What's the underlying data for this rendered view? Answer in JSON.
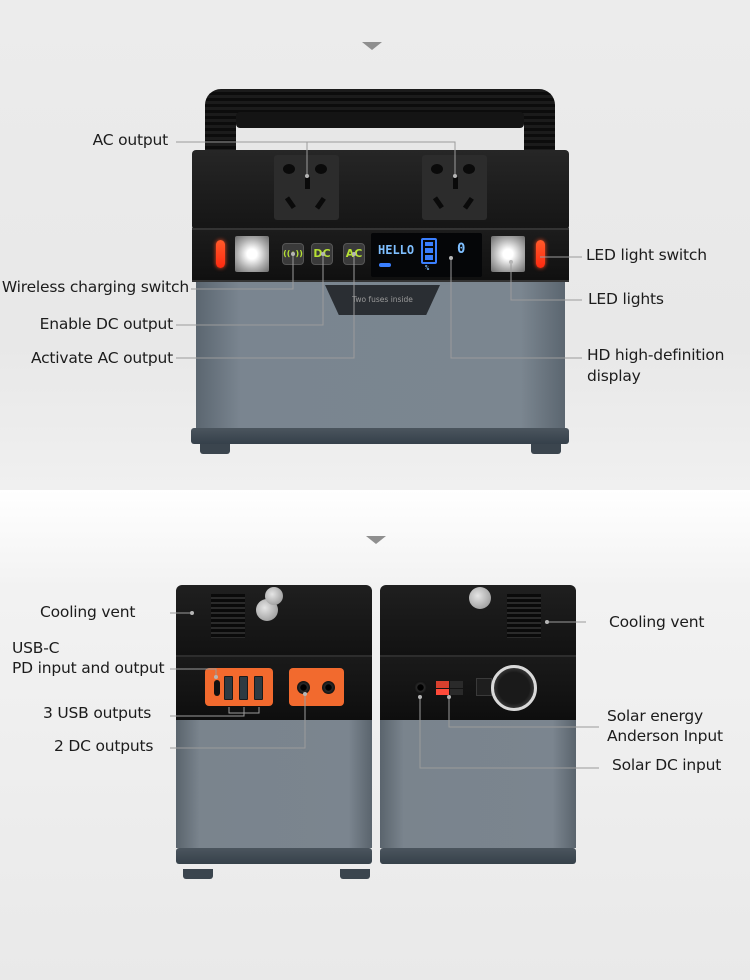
{
  "front_view": {
    "fuse_cover_text": "Two fuses inside",
    "buttons": {
      "wireless": "((•))",
      "dc": "DC",
      "ac": "AC"
    },
    "display": {
      "status_text": "HELLO",
      "value_text": "0",
      "percent_symbol": "%"
    },
    "callouts": {
      "ac_output": "AC output",
      "wireless_charging_switch": "Wireless charging switch",
      "enable_dc_output": "Enable DC output",
      "activate_ac_output": "Activate AC output",
      "led_light_switch": "LED light switch",
      "led_lights": "LED lights",
      "hd_display_line1": "HD high-definition",
      "hd_display_line2": "display"
    }
  },
  "back_views": {
    "callouts": {
      "cooling_vent_left": "Cooling vent",
      "usb_c_line1": "USB-C",
      "usb_c_line2": "PD input and output",
      "usb_outputs": "3 USB outputs",
      "dc_outputs": "2 DC outputs",
      "cooling_vent_right": "Cooling vent",
      "solar_anderson_line1": "Solar energy",
      "solar_anderson_line2": "Anderson Input",
      "solar_dc_input": "Solar DC input"
    }
  },
  "colors": {
    "accent_orange": "#f26a2e",
    "button_green": "#b7e234",
    "lcd_blue": "#7fbfff",
    "led_red": "#ff3a18"
  }
}
